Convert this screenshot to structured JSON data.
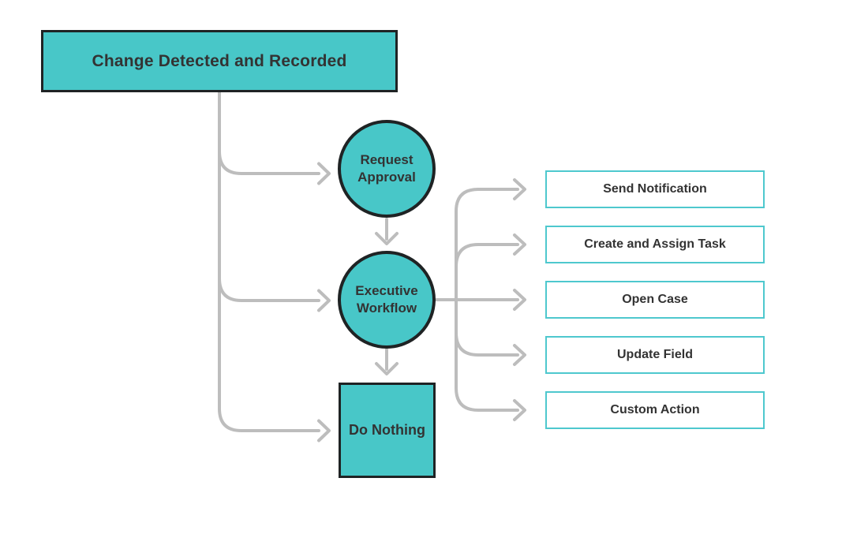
{
  "diagram": {
    "title_node": "Change Detected and Recorded",
    "decision_nodes": [
      {
        "label": "Request Approval",
        "shape": "circle"
      },
      {
        "label": "Executive Workflow",
        "shape": "circle"
      },
      {
        "label": "Do Nothing",
        "shape": "square"
      }
    ],
    "action_nodes": [
      {
        "label": "Send Notification"
      },
      {
        "label": "Create and Assign Task"
      },
      {
        "label": "Open Case"
      },
      {
        "label": "Update Field"
      },
      {
        "label": "Custom Action"
      }
    ],
    "colors": {
      "node_fill": "#48C7C8",
      "node_border": "#1F2324",
      "action_border": "#4EC8CE",
      "action_fill": "#FFFFFF",
      "connector": "#BDBDBD",
      "text": "#333333",
      "background": "#FFFFFF"
    }
  }
}
